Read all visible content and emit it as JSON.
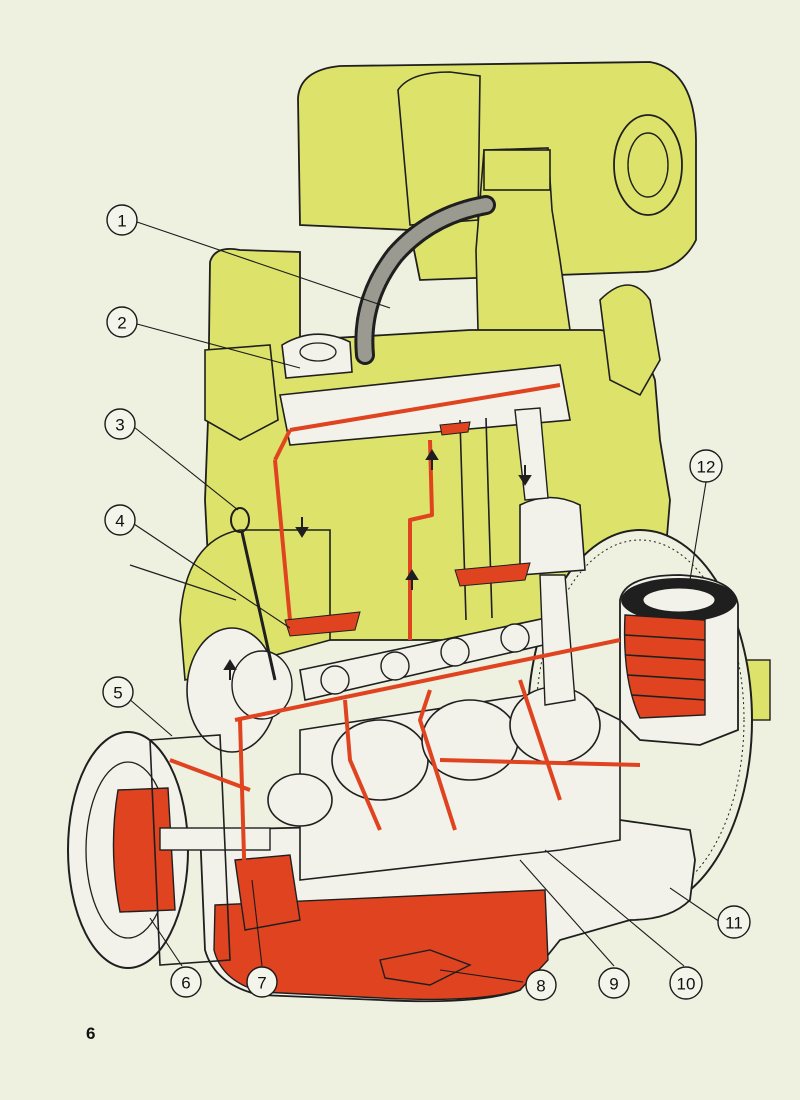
{
  "page": {
    "number": "6"
  },
  "colors": {
    "background": "#eef1df",
    "engine_body": "#dde36a",
    "oil": "#e0431f",
    "metal": "#f2f2ea",
    "ink": "#1f1f1f"
  },
  "callouts": [
    {
      "id": "1",
      "label": "1"
    },
    {
      "id": "2",
      "label": "2"
    },
    {
      "id": "3",
      "label": "3"
    },
    {
      "id": "4",
      "label": "4"
    },
    {
      "id": "5",
      "label": "5"
    },
    {
      "id": "6",
      "label": "6"
    },
    {
      "id": "7",
      "label": "7"
    },
    {
      "id": "8",
      "label": "8"
    },
    {
      "id": "9",
      "label": "9"
    },
    {
      "id": "10",
      "label": "10"
    },
    {
      "id": "11",
      "label": "11"
    },
    {
      "id": "12",
      "label": "12"
    }
  ]
}
